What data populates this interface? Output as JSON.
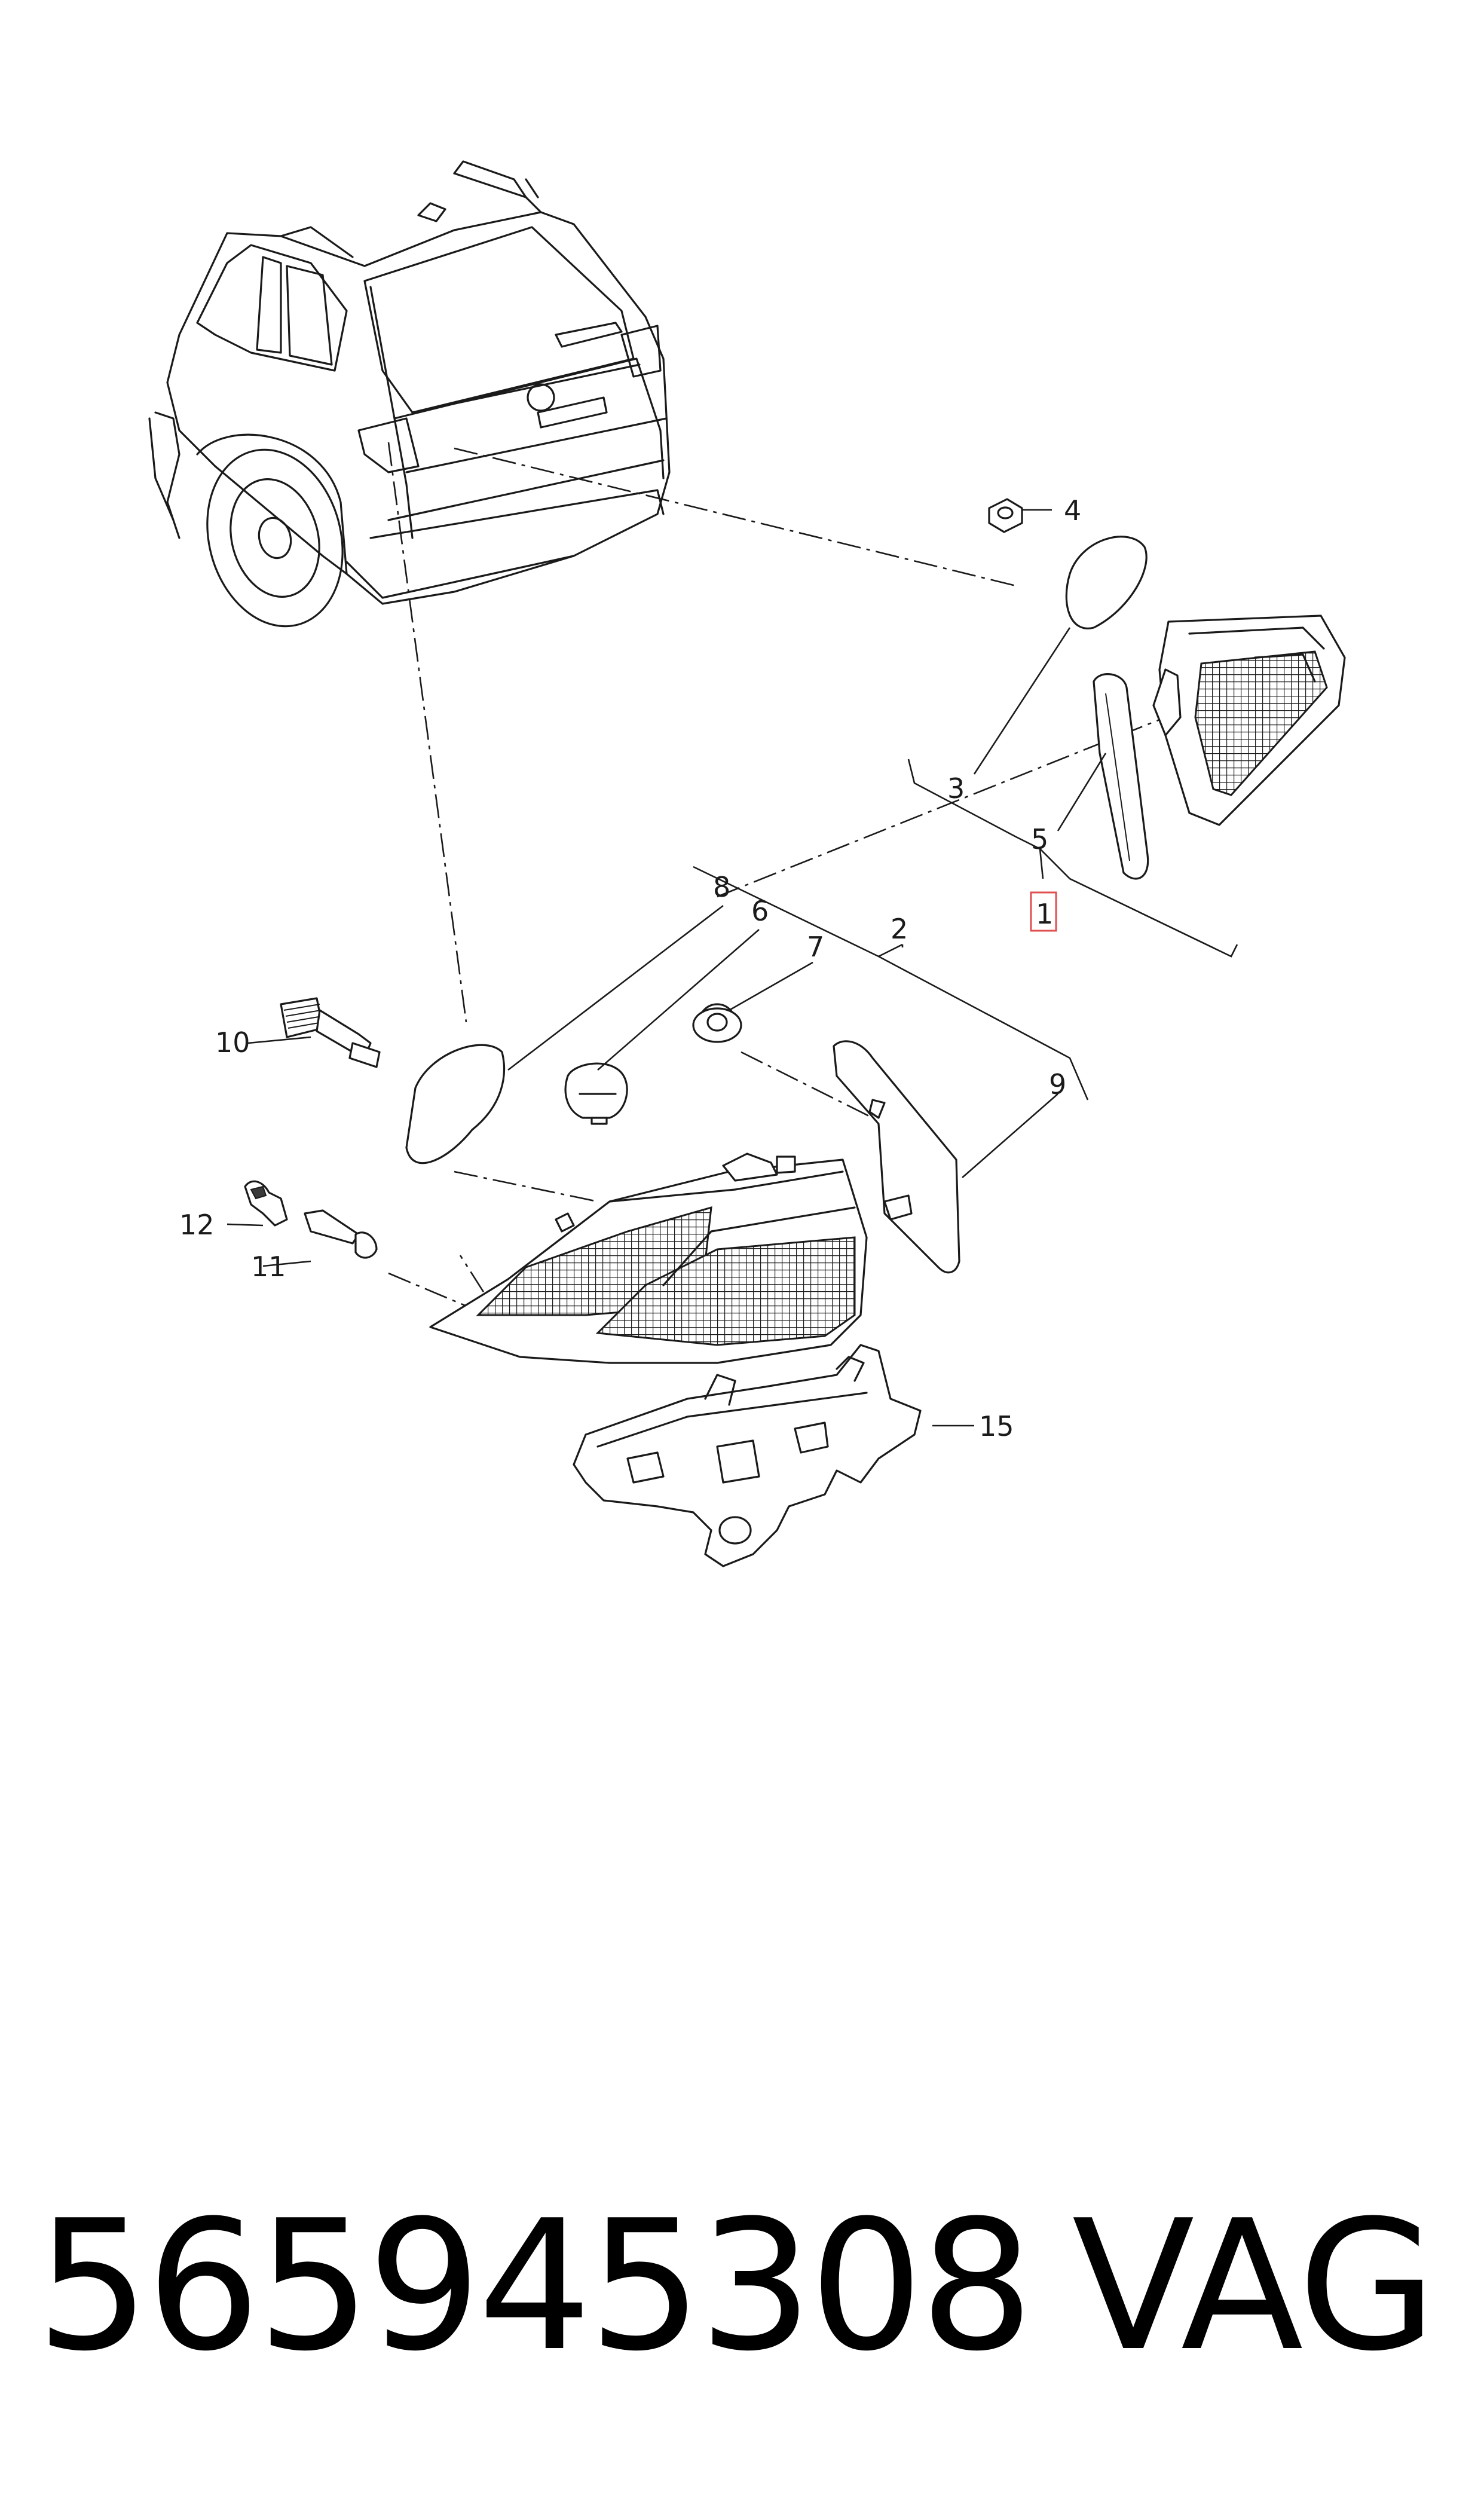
{
  "diagram": {
    "callouts": [
      "1",
      "2",
      "3",
      "4",
      "5",
      "6",
      "7",
      "8",
      "9",
      "10",
      "11",
      "12",
      "15"
    ],
    "highlighted_callout": "1",
    "highlight_color": "#e05050",
    "line_color": "#1a1a1a",
    "background": "#ffffff"
  },
  "footer": {
    "part_number": "565945308",
    "brand": "VAG"
  }
}
